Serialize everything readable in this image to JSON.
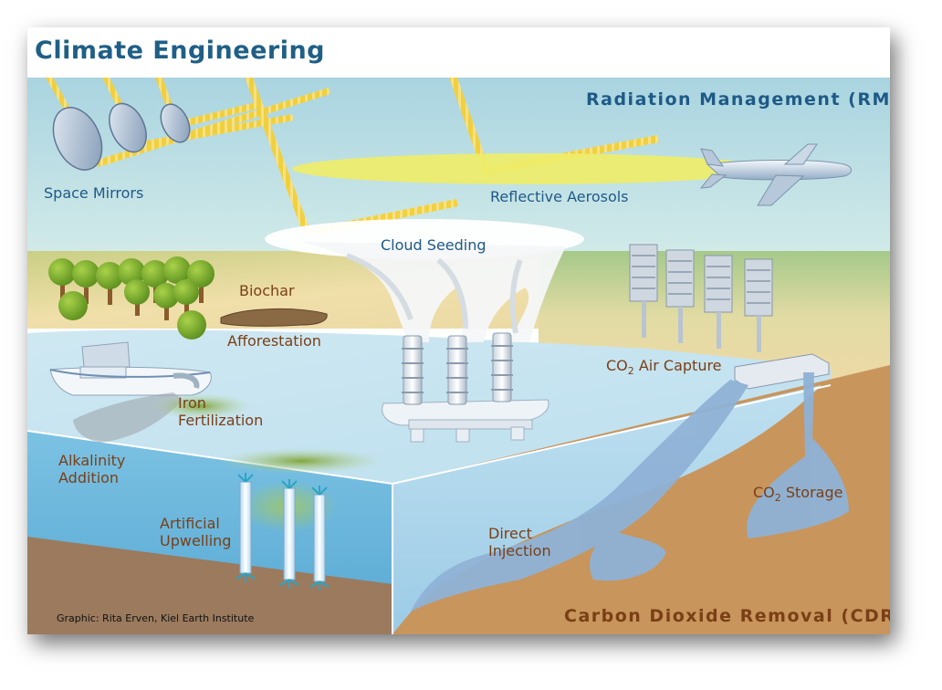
{
  "title": "Climate Engineering",
  "categories": {
    "rm": "Radiation Management (RM)",
    "cdr": "Carbon Dioxide Removal (CDR)"
  },
  "labels": {
    "space_mirrors": "Space Mirrors",
    "reflective_aerosols": "Reflective Aerosols",
    "cloud_seeding": "Cloud Seeding",
    "biochar": "Biochar",
    "afforestation": "Afforestation",
    "co2_air_capture_pre": "CO",
    "co2_air_capture_sub": "2",
    "co2_air_capture_post": " Air Capture",
    "iron_line1": "Iron",
    "iron_line2": "Fertilization",
    "alkalinity_line1": "Alkalinity",
    "alkalinity_line2": "Addition",
    "upwelling_line1": "Artificial",
    "upwelling_line2": "Upwelling",
    "direct_line1": "Direct",
    "direct_line2": "Injection",
    "co2_storage_pre": "CO",
    "co2_storage_sub": "2",
    "co2_storage_post": " Storage"
  },
  "credit": "Graphic: Rita Erven, Kiel Earth Institute",
  "colors": {
    "title": "#1f5f86",
    "label_blue": "#1e5a86",
    "label_brown": "#7a3f16",
    "sky": "#b9dde6",
    "ocean_surface": "#c6e4ef",
    "ocean_side": "#6cb6d8",
    "sediment": "#c8955c",
    "land": "#eed9a6",
    "sunlight": "#f2c318"
  }
}
